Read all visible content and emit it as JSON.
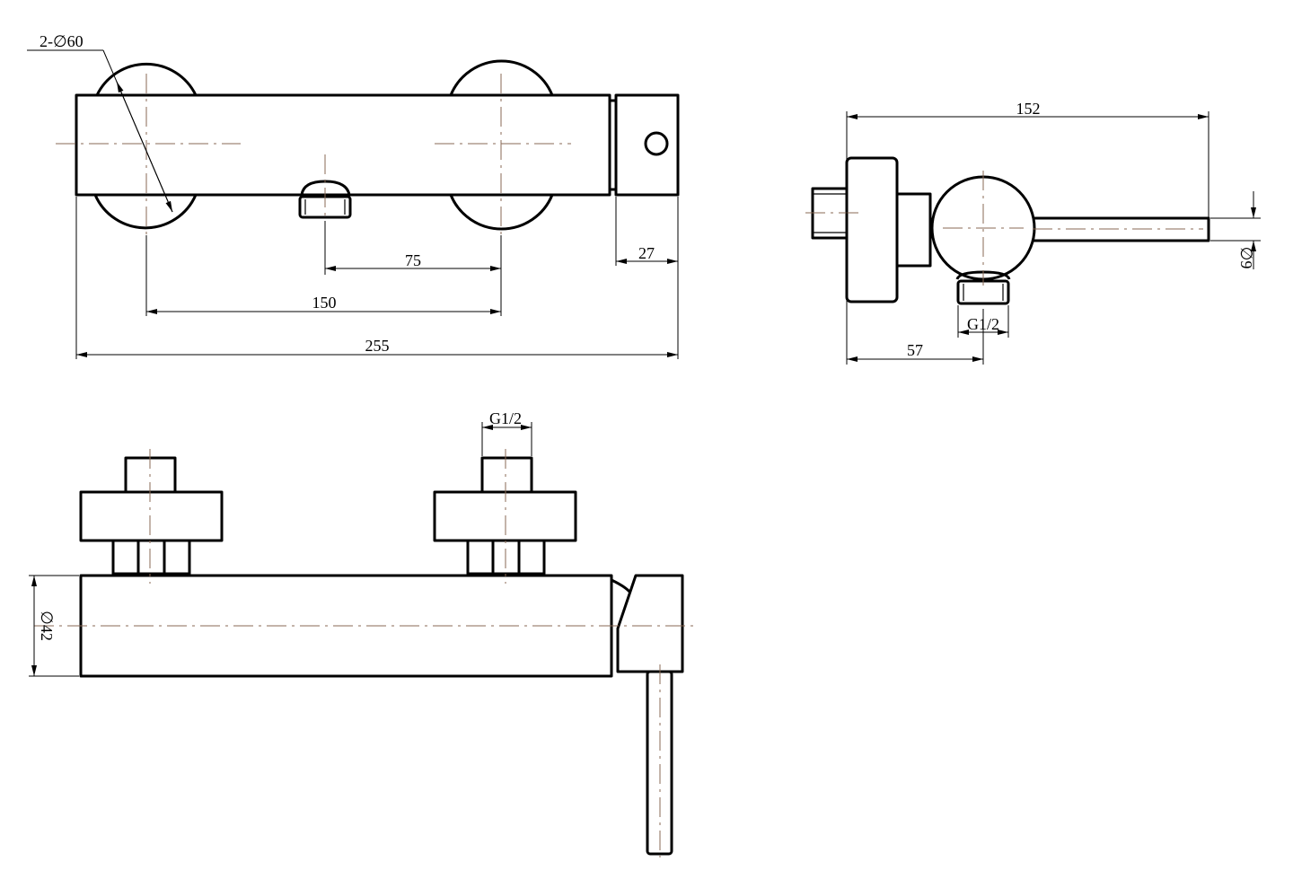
{
  "labels": {
    "top_view": {
      "diameter": "2-∅60",
      "span_outlet": "75",
      "span_centers": "150",
      "handle_width": "27",
      "total_length": "255"
    },
    "side_view": {
      "depth": "152",
      "handle_diameter": "∅9",
      "thread": "G1/2",
      "outlet_offset": "57"
    },
    "front_view": {
      "thread": "G1/2",
      "body_diameter": "∅42"
    }
  }
}
